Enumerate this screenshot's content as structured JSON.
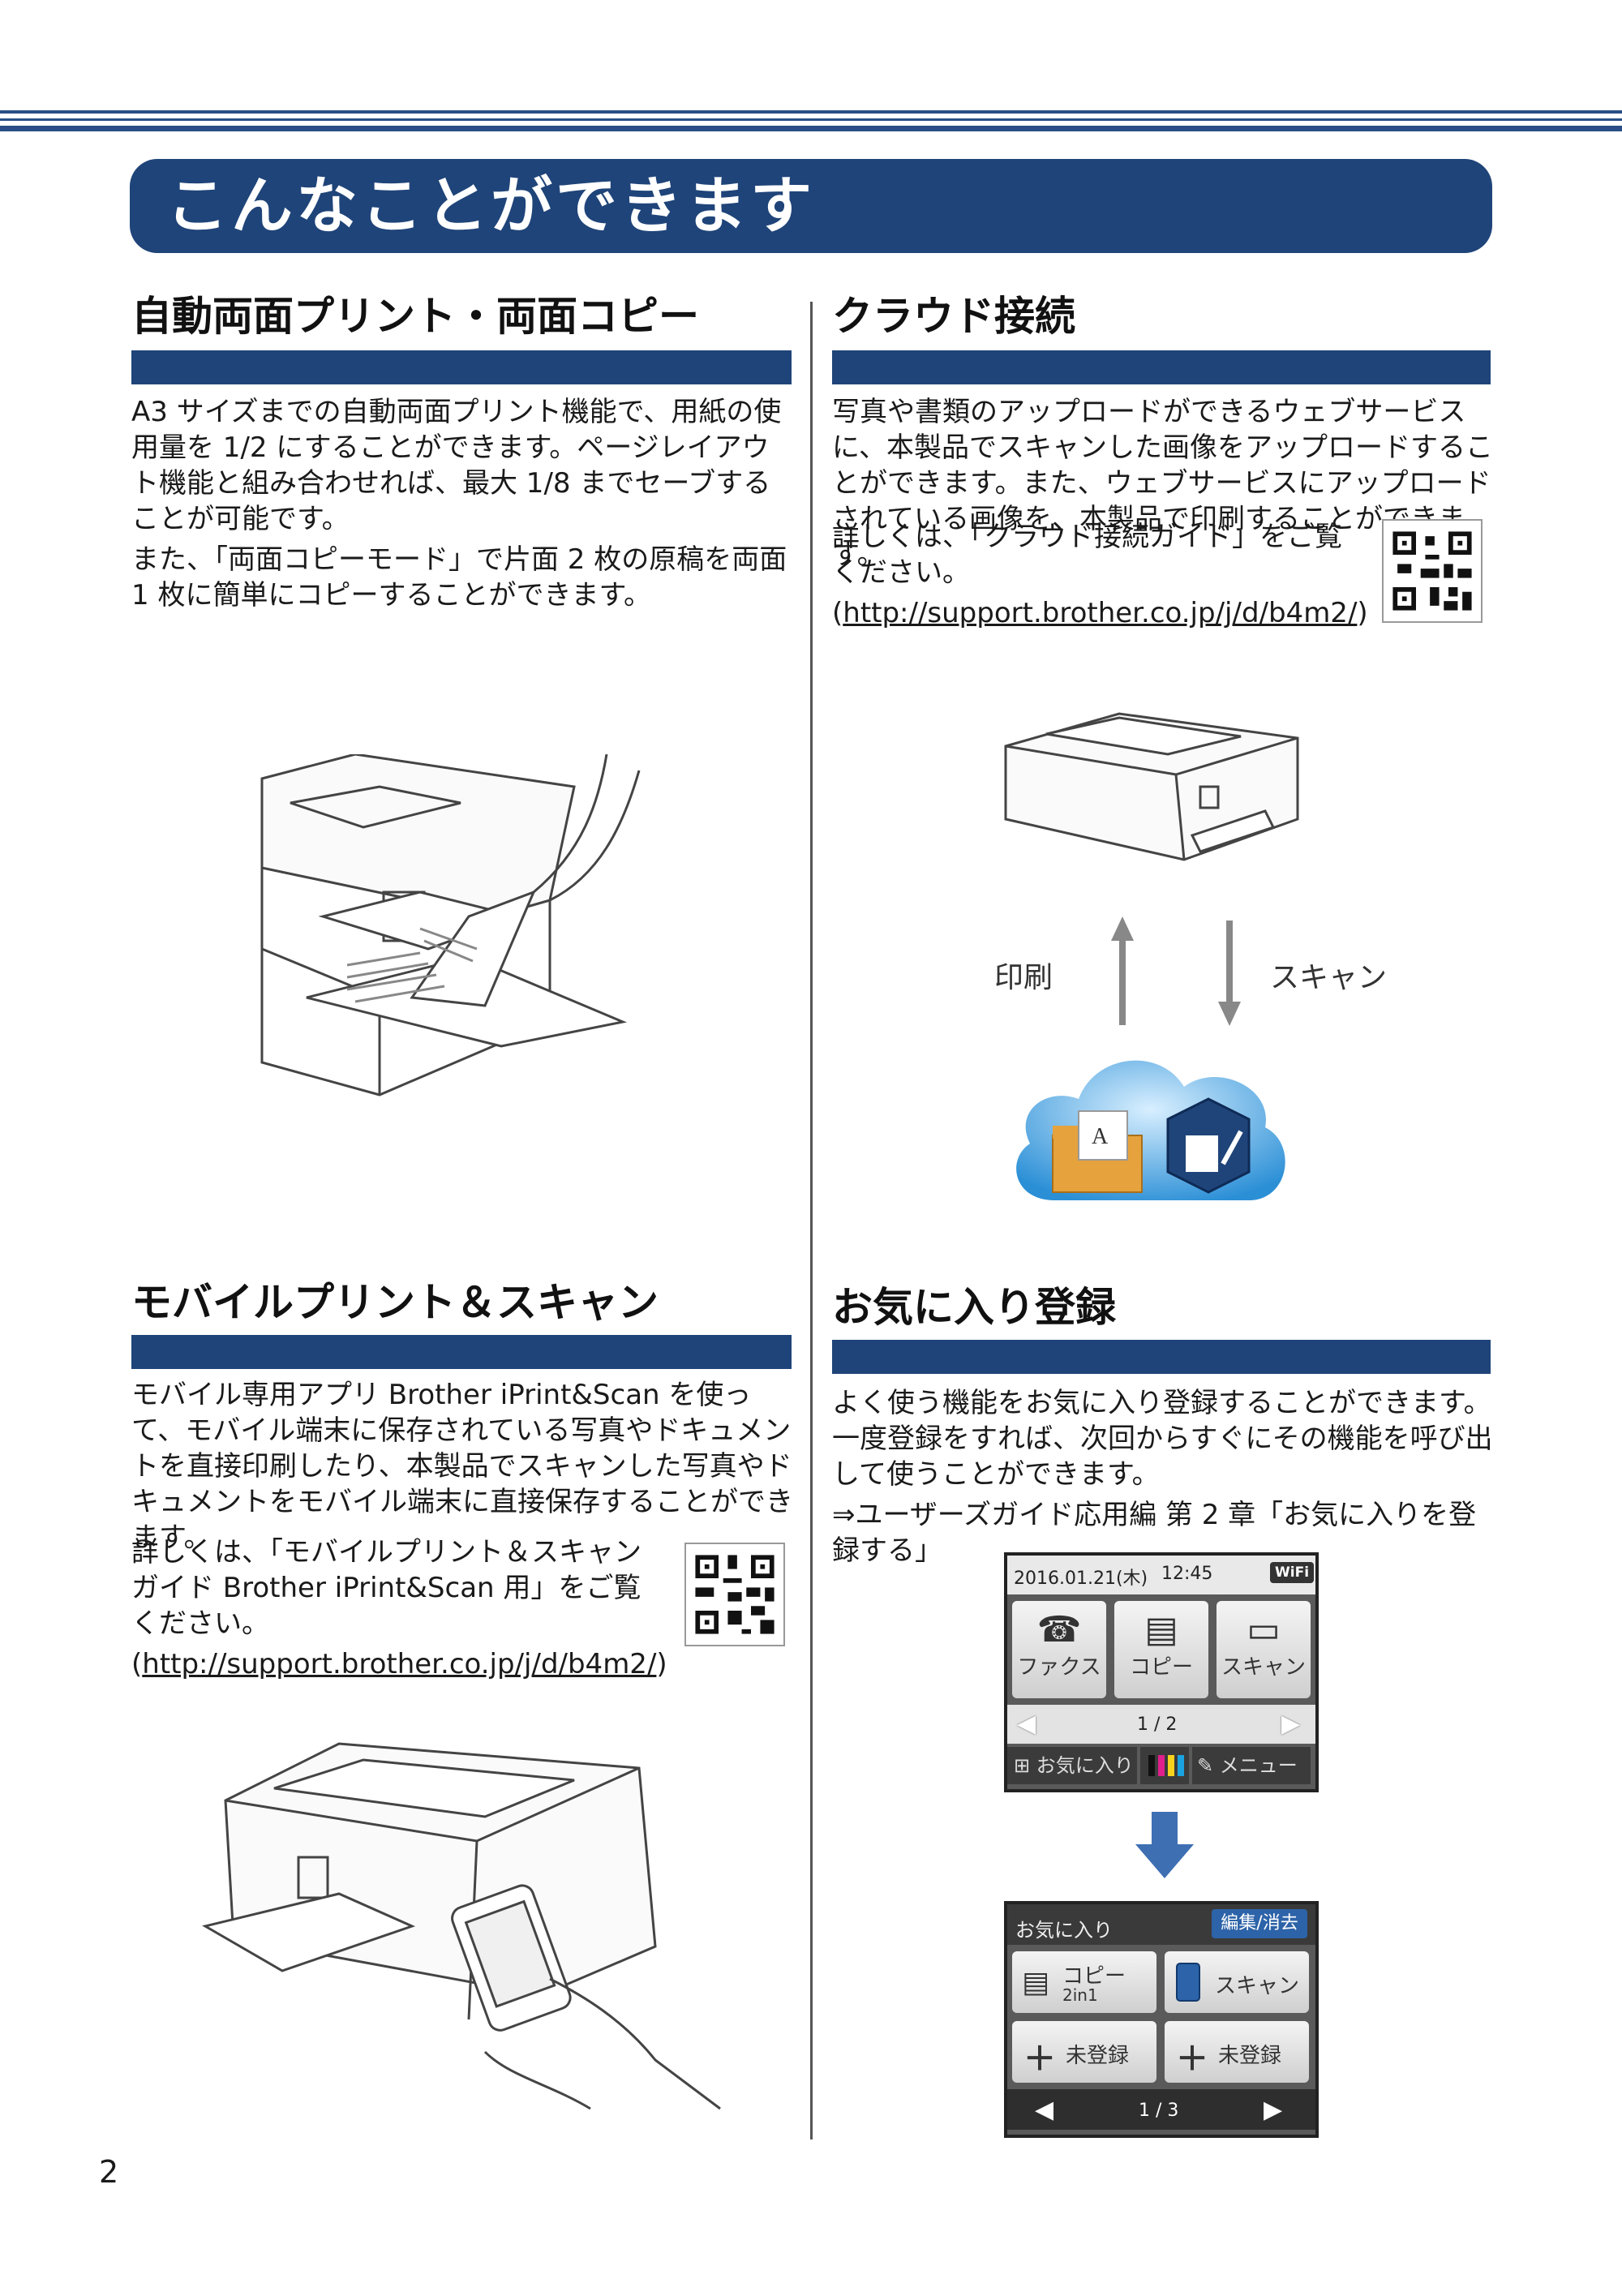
{
  "banner": {
    "title": "こんなことができます"
  },
  "sections": {
    "duplex": {
      "title": "自動両面プリント・両面コピー",
      "p1": "A3 サイズまでの自動両面プリント機能で、用紙の使用量を 1/2 にすることができます。ページレイアウト機能と組み合わせれば、最大 1/8 までセーブすることが可能です。",
      "p2": "また、「両面コピーモード」で片面 2 枚の原稿を両面 1 枚に簡単にコピーすることができます。"
    },
    "cloud": {
      "title": "クラウド接続",
      "p1": "写真や書類のアップロードができるウェブサービスに、本製品でスキャンした画像をアップロードすることができます。また、ウェブサービスにアップロードされている画像を、本製品で印刷することができます。",
      "p2": "詳しくは、「クラウド接続ガイド」をご覧ください。",
      "link_open": "(",
      "link": "http://support.brother.co.jp/j/d/b4m2/",
      "link_close": ")",
      "label_print": "印刷",
      "label_scan": "スキャン"
    },
    "mobile": {
      "title": "モバイルプリント＆スキャン",
      "p1": "モバイル専用アプリ Brother iPrint&Scan を使って、モバイル端末に保存されている写真やドキュメントを直接印刷したり、本製品でスキャンした写真やドキュメントをモバイル端末に直接保存することができます。",
      "p2": "詳しくは、「モバイルプリント＆スキャンガイド Brother iPrint&Scan 用」をご覧ください。",
      "link_open": "(",
      "link": "http://support.brother.co.jp/j/d/b4m2/",
      "link_close": ")"
    },
    "favorite": {
      "title": "お気に入り登録",
      "p1": "よく使う機能をお気に入り登録することができます。一度登録をすれば、次回からすぐにその機能を呼び出して使うことができます。",
      "p2": "⇒ユーザーズガイド応用編 第 2 章「お気に入りを登録する」",
      "lcd1": {
        "datetime": "2016.01.21(木)",
        "time": "12:45",
        "wifi": "WiFi",
        "buttons": [
          "ファクス",
          "コピー",
          "スキャン"
        ],
        "page": "1 / 2",
        "bottom": [
          "お気に入り",
          "メニュー"
        ]
      },
      "lcd2": {
        "title": "お気に入り",
        "edit": "編集/消去",
        "buttons": [
          "コピー",
          "スキャン",
          "未登録",
          "未登録"
        ],
        "copy_sub": "2in1",
        "page": "1 / 3"
      }
    }
  },
  "page_number": "2",
  "colors": {
    "accent": "#1f4479",
    "cloud": "#2b8fd6"
  }
}
